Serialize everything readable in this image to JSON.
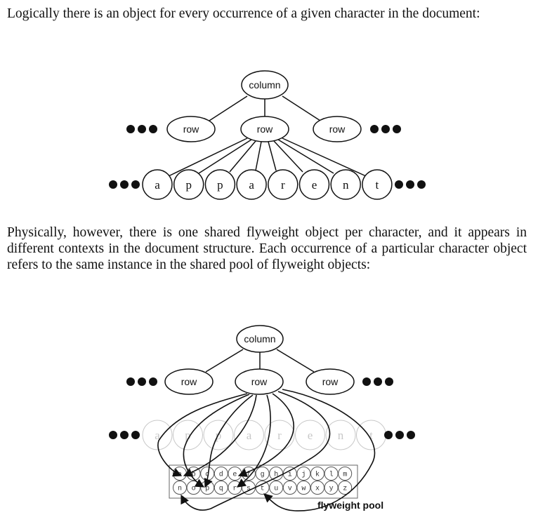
{
  "paragraphs": {
    "intro": "Logically there is an object for every occurrence of a given character in the document:",
    "physical": "Physically, however, there is one shared flyweight object per character, and it appears in different contexts in the document structure. Each occurrence of a particular character object refers to the same instance in the shared pool of flyweight objects:"
  },
  "logical_diagram": {
    "root": "column",
    "rows": [
      "row",
      "row",
      "row"
    ],
    "characters": [
      "a",
      "p",
      "p",
      "a",
      "r",
      "e",
      "n",
      "t"
    ],
    "ellipsis": "..."
  },
  "physical_diagram": {
    "root": "column",
    "rows": [
      "row",
      "row",
      "row"
    ],
    "ghost_characters": [
      "a",
      "p",
      "p",
      "a",
      "r",
      "e",
      "n",
      "t"
    ],
    "pool_row1": [
      "a",
      "b",
      "c",
      "d",
      "e",
      "f",
      "g",
      "h",
      "i",
      "j",
      "k",
      "l",
      "m"
    ],
    "pool_row2": [
      "n",
      "o",
      "p",
      "q",
      "r",
      "s",
      "t",
      "u",
      "v",
      "w",
      "x",
      "y",
      "z"
    ],
    "pool_caption": "flyweight pool",
    "references": [
      {
        "from": "a",
        "to": "a"
      },
      {
        "from": "p",
        "to": "p"
      },
      {
        "from": "p",
        "to": "p"
      },
      {
        "from": "a",
        "to": "a"
      },
      {
        "from": "r",
        "to": "r"
      },
      {
        "from": "e",
        "to": "e"
      },
      {
        "from": "n",
        "to": "n"
      },
      {
        "from": "t",
        "to": "t"
      }
    ]
  }
}
